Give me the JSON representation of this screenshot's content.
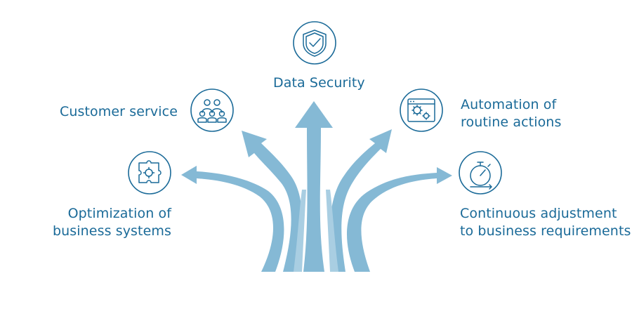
{
  "colors": {
    "accent": "#1a6a98",
    "arrow": "#85b9d5"
  },
  "features": [
    {
      "id": "data-security",
      "label": "Data Security",
      "icon": "shield-check-icon"
    },
    {
      "id": "customer-service",
      "label": "Customer service",
      "icon": "people-group-icon"
    },
    {
      "id": "automation",
      "label": "Automation of\nroutine actions",
      "icon": "browser-gears-icon"
    },
    {
      "id": "optimization",
      "label": "Optimization of\nbusiness systems",
      "icon": "puzzle-gear-icon"
    },
    {
      "id": "continuous-adjustment",
      "label": "Continuous adjustment\nto business requirements",
      "icon": "stopwatch-icon"
    }
  ]
}
